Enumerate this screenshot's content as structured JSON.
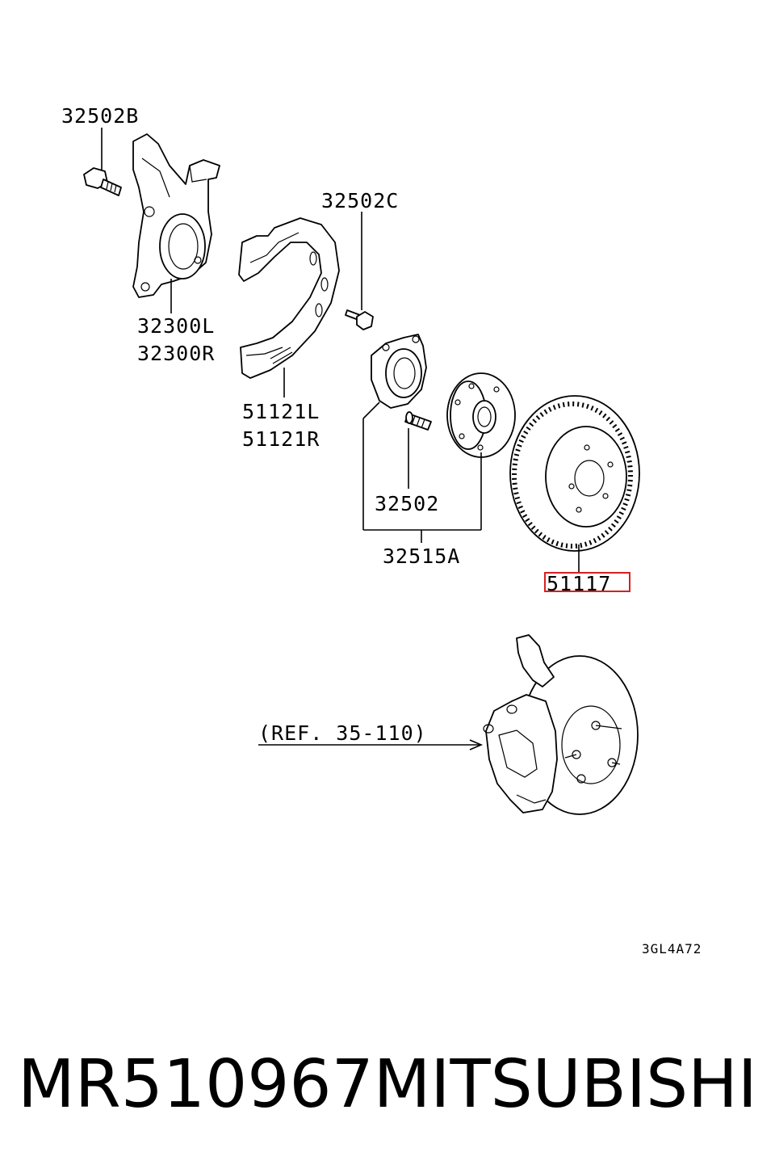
{
  "labels": {
    "bolt_knuckle": "32502B",
    "knuckle_l": "32300L",
    "knuckle_r": "32300R",
    "bolt_bearing": "32502C",
    "shield_l": "51121L",
    "shield_r": "51121R",
    "hub_bolt": "32502",
    "hub_assy": "32515A",
    "disc": "51117",
    "reference": "(REF. 35-110)",
    "diagram_code": "3GL4A72"
  },
  "highlight_color": "#d62020",
  "caption": {
    "part_number": "MR510967",
    "brand": "MITSUBISHI"
  }
}
